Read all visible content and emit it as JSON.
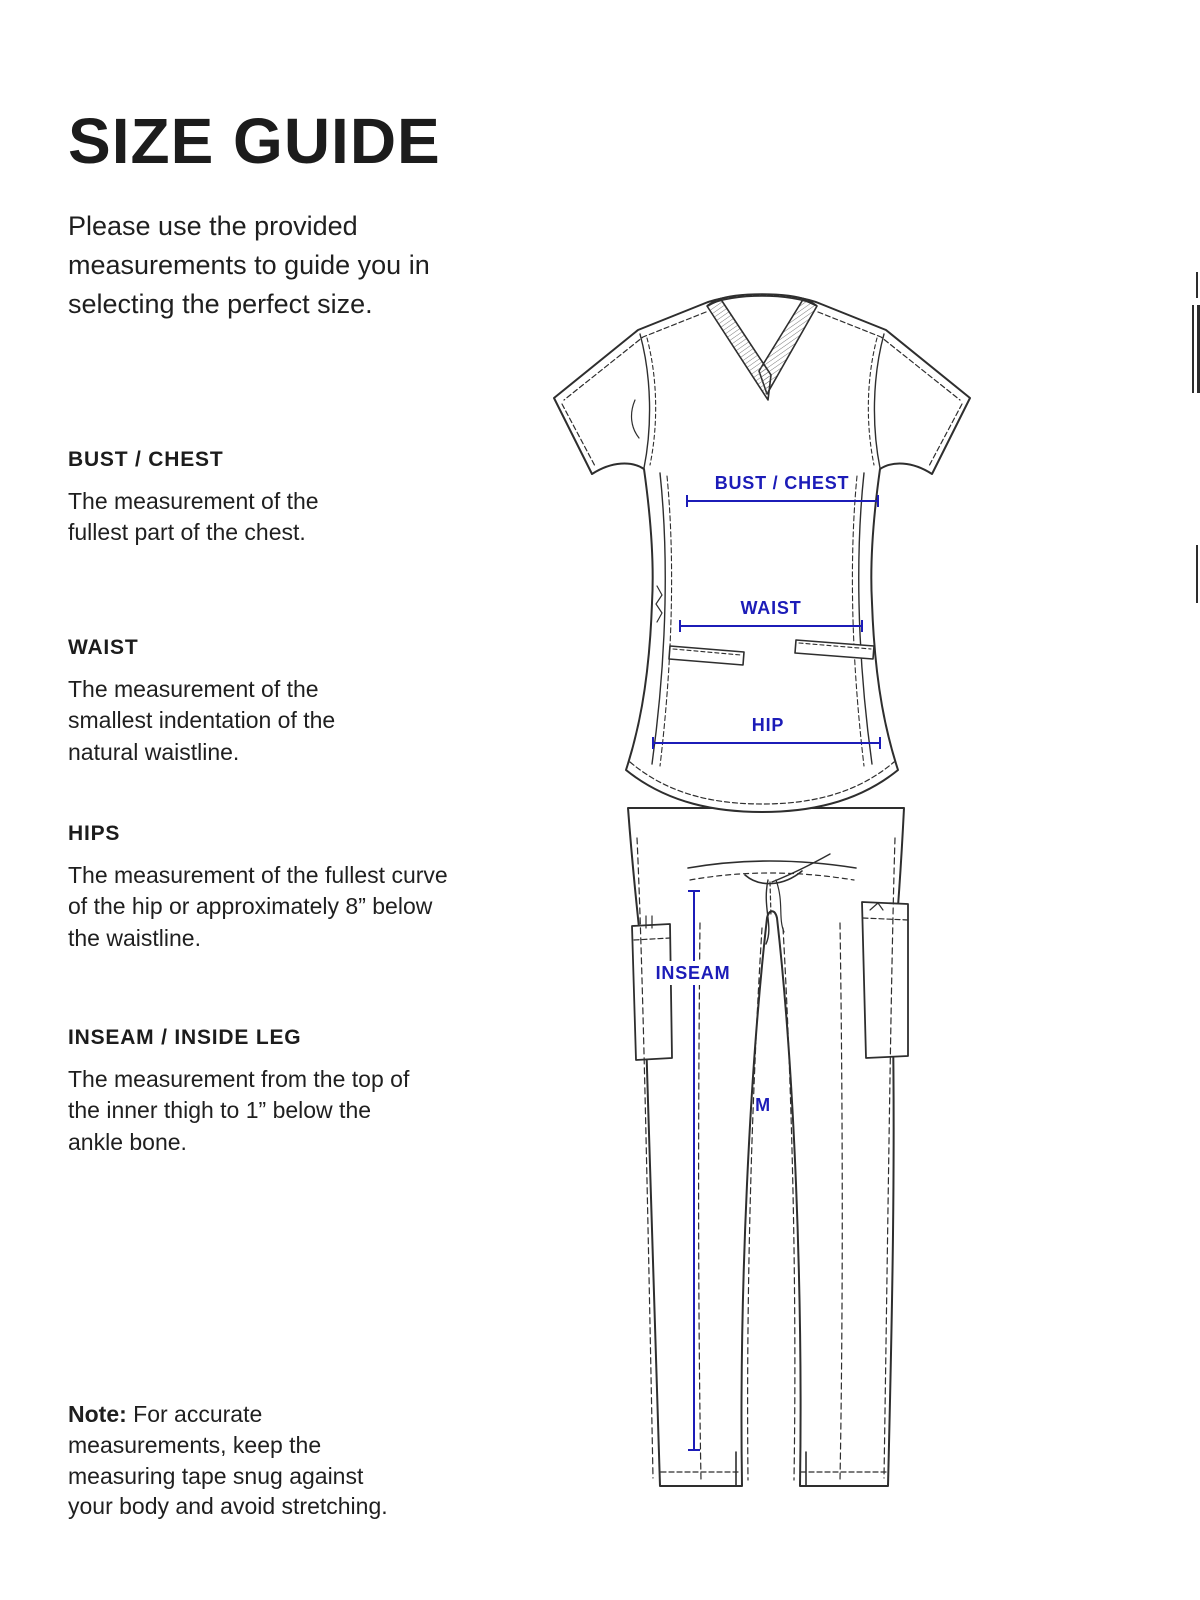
{
  "page": {
    "title": "SIZE GUIDE",
    "intro": "Please use the provided measurements to guide you in selecting the perfect size.",
    "sections": [
      {
        "heading": "BUST / CHEST",
        "body": "The measurement of the fullest part of the chest."
      },
      {
        "heading": "WAIST",
        "body": "The measurement of the smallest indentation of the natural waistline."
      },
      {
        "heading": "HIPS",
        "body": "The measurement of the fullest curve of the hip or approximately 8” below the waistline."
      },
      {
        "heading": "INSEAM / INSIDE LEG",
        "body": "The measurement from the top of the inner thigh to 1” below the ankle bone."
      }
    ],
    "note": {
      "label": "Note: ",
      "body": "For accurate measurements, keep the measuring tape snug against your body and avoid stretching."
    }
  },
  "diagram": {
    "labels": {
      "bust": "BUST / CHEST",
      "waist": "WAIST",
      "hip": "HIP",
      "inseam": "INSEAM",
      "size_marker": "M"
    },
    "colors": {
      "annotation_blue": "#1c1cb8",
      "line_art": "#2e2e2e"
    }
  }
}
